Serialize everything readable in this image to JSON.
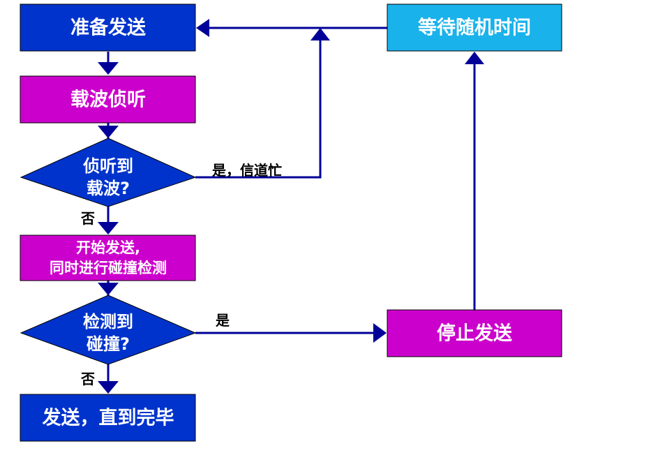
{
  "colors": {
    "dark_blue": "#0033cc",
    "magenta": "#cc00cc",
    "cyan": "#1ab2ea",
    "line": "#000099",
    "node_border": "#000000",
    "node_text": "#ffffff",
    "edge_text": "#000000"
  },
  "nodes": {
    "prepare": {
      "label": "准备发送"
    },
    "carrier_sense": {
      "label": "载波侦听"
    },
    "decision_carrier": {
      "line1": "侦听到",
      "line2": "载波?"
    },
    "start_send": {
      "line1": "开始发送,",
      "line2": "同时进行碰撞检测"
    },
    "decision_collision": {
      "line1": "检测到",
      "line2": "碰撞?"
    },
    "send_complete": {
      "label": "发送，直到完毕"
    },
    "wait_random": {
      "label": "等待随机时间"
    },
    "stop_send": {
      "label": "停止发送"
    }
  },
  "edges": {
    "busy_label": "是，信道忙",
    "no_label_1": "否",
    "collision_yes_label": "是",
    "no_label_2": "否"
  }
}
